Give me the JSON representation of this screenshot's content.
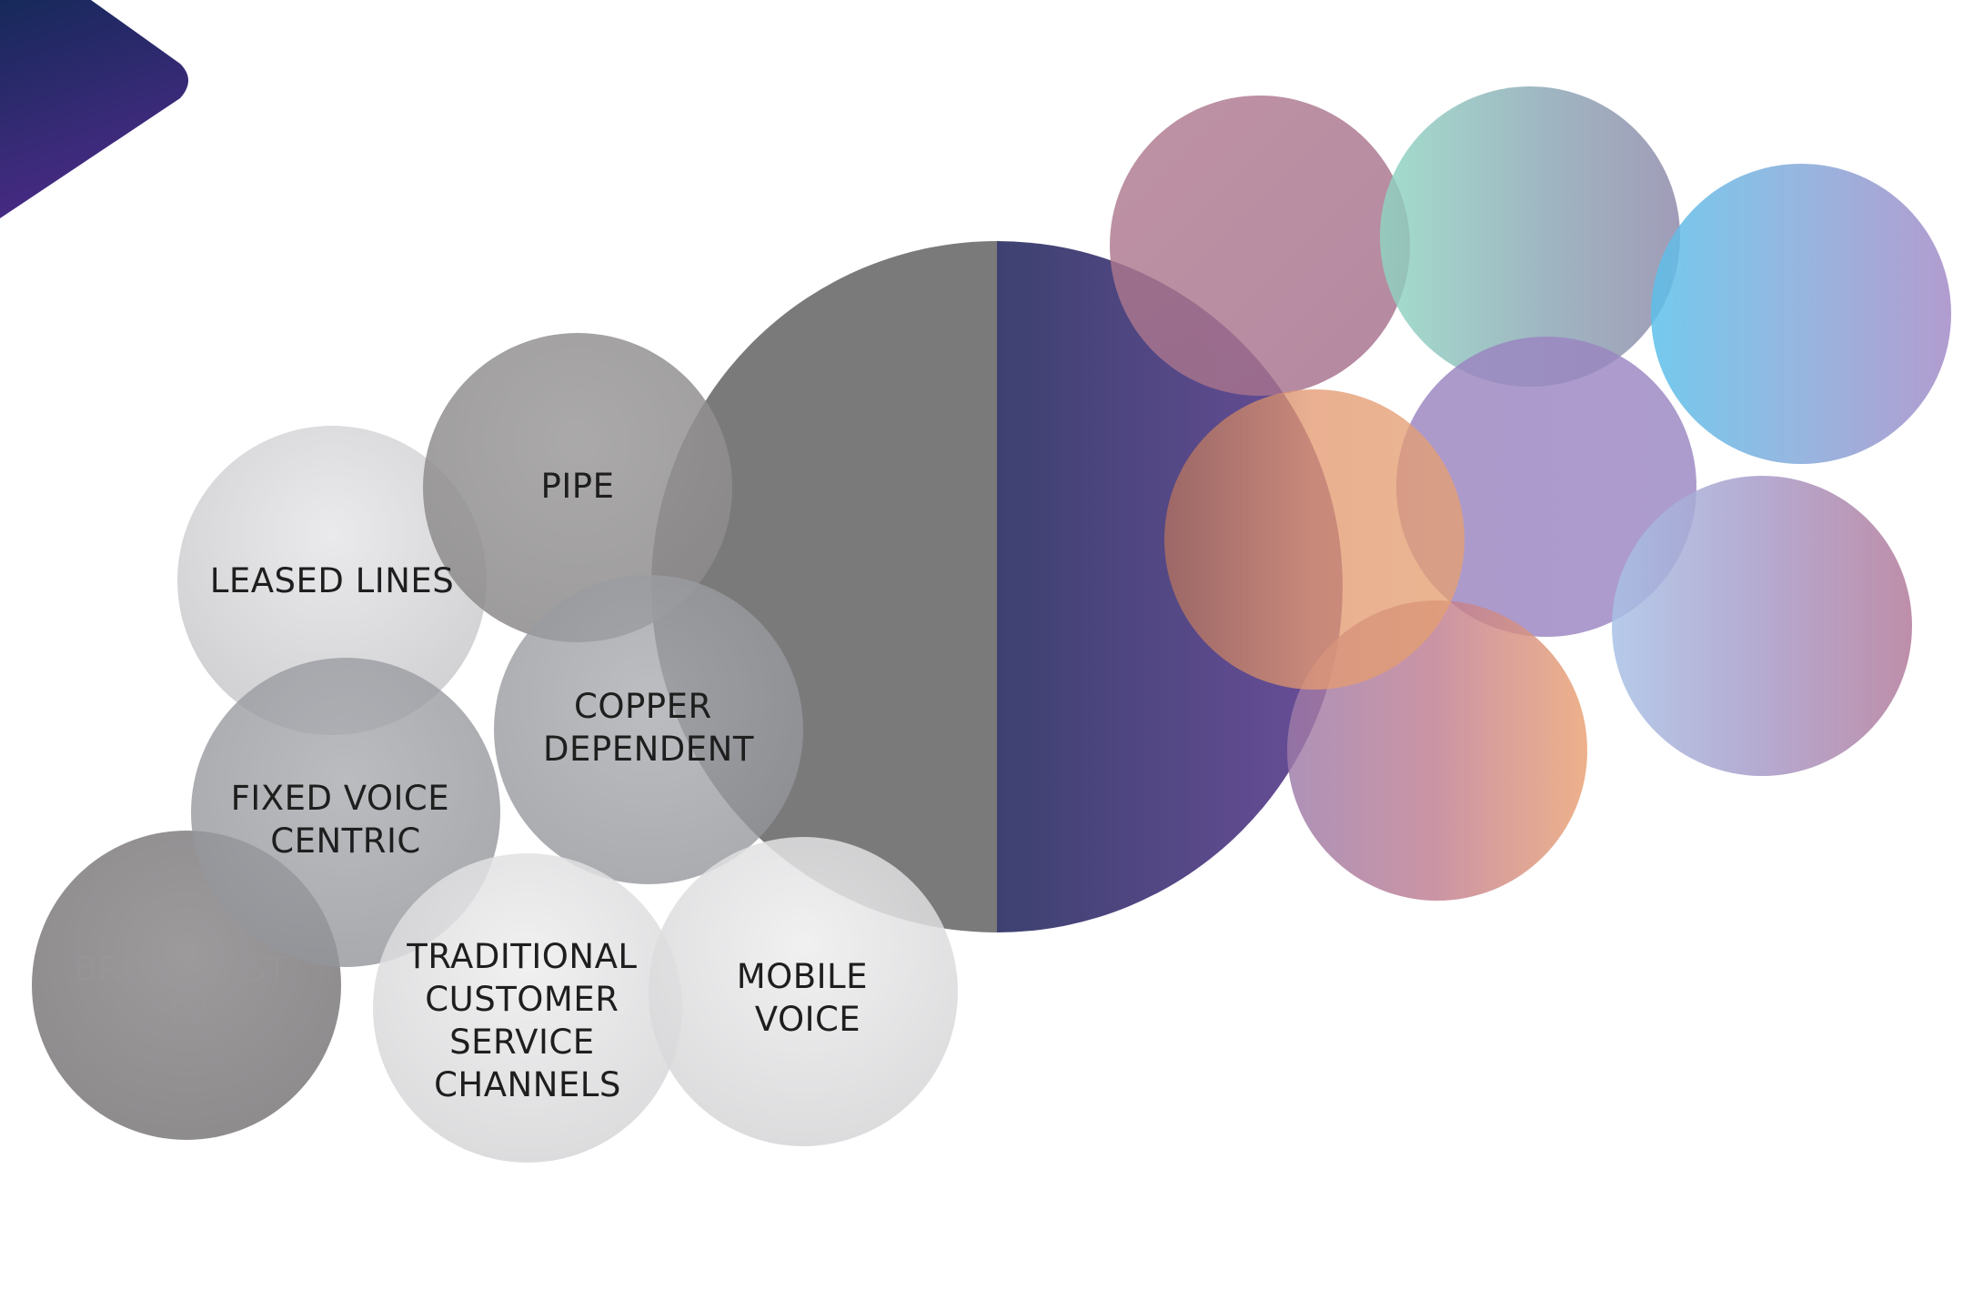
{
  "diagram": {
    "legacy_bubbles": [
      {
        "id": "leased-lines",
        "lines": [
          "LEASED LINES"
        ]
      },
      {
        "id": "pipe",
        "lines": [
          "PIPE"
        ]
      },
      {
        "id": "copper-dependent",
        "lines": [
          "COPPER",
          "DEPENDENT"
        ]
      },
      {
        "id": "fixed-voice-centric",
        "lines": [
          "FIXED VOICE",
          "CENTRIC"
        ]
      },
      {
        "id": "broadcast-tv",
        "lines": [
          "BROADCAST",
          "TV"
        ]
      },
      {
        "id": "traditional-customer-service-channels",
        "lines": [
          "TRADITIONAL",
          "CUSTOMER",
          "SERVICE",
          "CHANNELS"
        ]
      },
      {
        "id": "mobile-voice",
        "lines": [
          "MOBILE",
          "VOICE"
        ]
      }
    ],
    "colors": {
      "corner_dark": "#16295a",
      "corner_purple": "#4a2a86",
      "half_gray": "#7b7a7b",
      "half_navy": "#3d4170",
      "half_violet": "#6b4e9a",
      "label": "#1e1e1e"
    }
  }
}
